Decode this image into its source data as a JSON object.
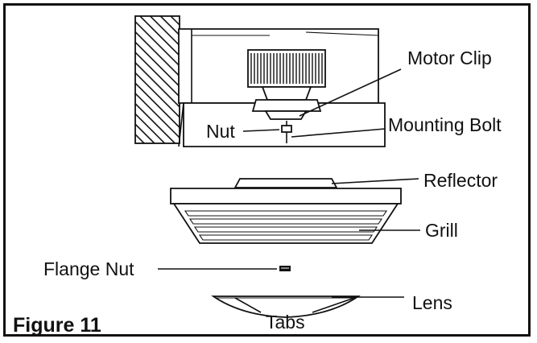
{
  "figure": {
    "title": "Figure 11",
    "labels": {
      "motor_clip": "Motor Clip",
      "nut": "Nut",
      "mounting_bolt": "Mounting Bolt",
      "reflector": "Reflector",
      "grill": "Grill",
      "flange_nut": "Flange Nut",
      "lens": "Lens",
      "tabs": "Tabs"
    }
  }
}
